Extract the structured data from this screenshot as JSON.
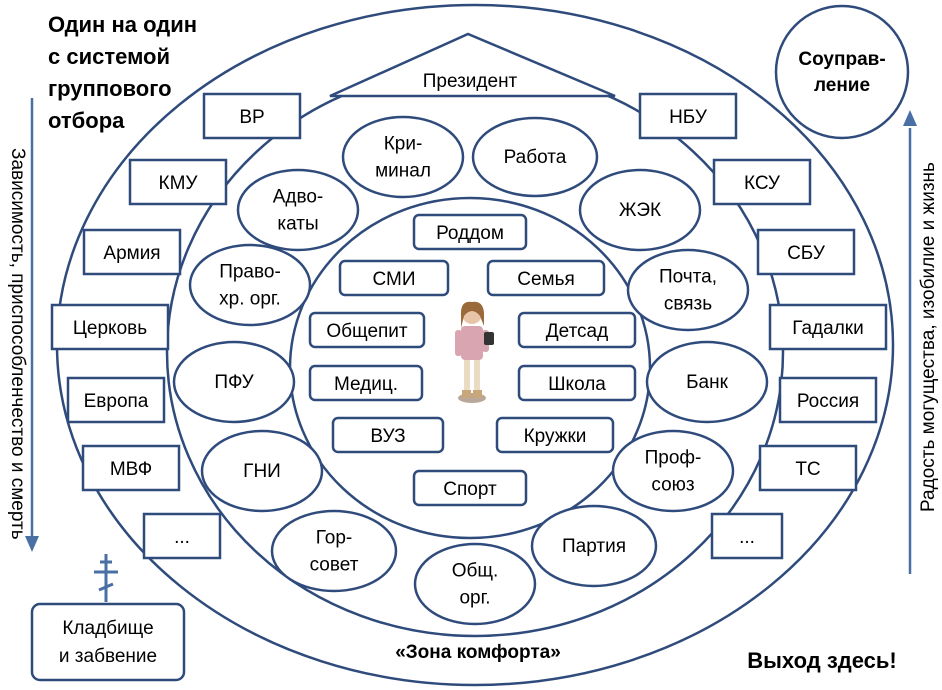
{
  "title": [
    "Один на один",
    "с системой",
    "группового",
    "отбора"
  ],
  "president": "Президент",
  "outer_boxes": [
    "ВР",
    "КМУ",
    "Армия",
    "Церковь",
    "Европа",
    "МВФ",
    "...",
    "НБУ",
    "КСУ",
    "СБУ",
    "Гадалки",
    "Россия",
    "ТС",
    "..."
  ],
  "ring_ellipses": [
    "Кри-|минал",
    "Работа",
    "Адво-|каты",
    "ЖЭК",
    "Право-|хр. орг.",
    "Почта,|связь",
    "ПФУ",
    "Банк",
    "ГНИ",
    "Проф-|союз",
    "Гор-|совет",
    "Партия",
    "Общ.|орг."
  ],
  "inner_boxes": [
    "Роддом",
    "СМИ",
    "Семья",
    "Общепит",
    "Детсад",
    "Медиц.",
    "Школа",
    "ВУЗ",
    "Кружки",
    "Спорт"
  ],
  "cosupport": "Соуправ-|ление",
  "left_arrow_label": "Зависимость, приспособленчество и смерть",
  "right_arrow_label": "Радость могущества, изобилие и жизнь",
  "cemetery": "Кладбище|и забвение",
  "comfort_zone": "«Зона комфорта»",
  "exit": "Выход здесь!",
  "colors": {
    "stroke": "#2f4b7c",
    "arrow": "#4a6fa5"
  }
}
